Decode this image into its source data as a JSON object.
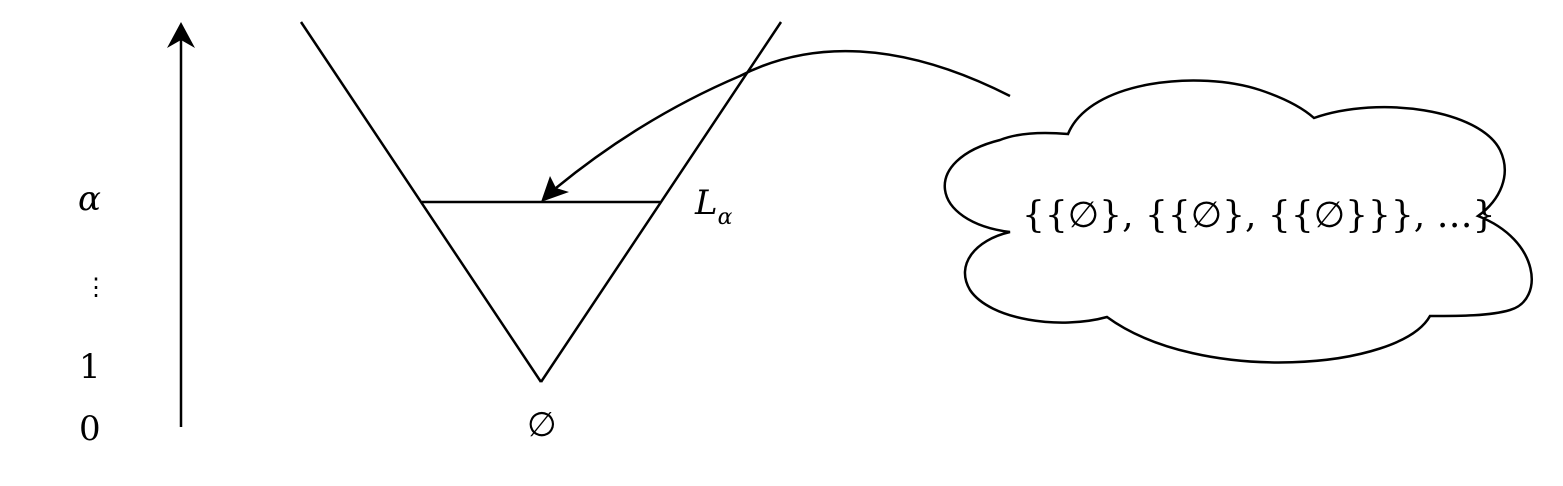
{
  "axis": {
    "labels": {
      "alpha": "α",
      "dots": "⋮",
      "one": "1",
      "zero": "0"
    }
  },
  "cone": {
    "bottom_label": "∅",
    "level_label_main": "L",
    "level_label_sub": "α"
  },
  "cloud": {
    "text": "{{∅}, {{∅}, {{∅}}}, …}"
  }
}
